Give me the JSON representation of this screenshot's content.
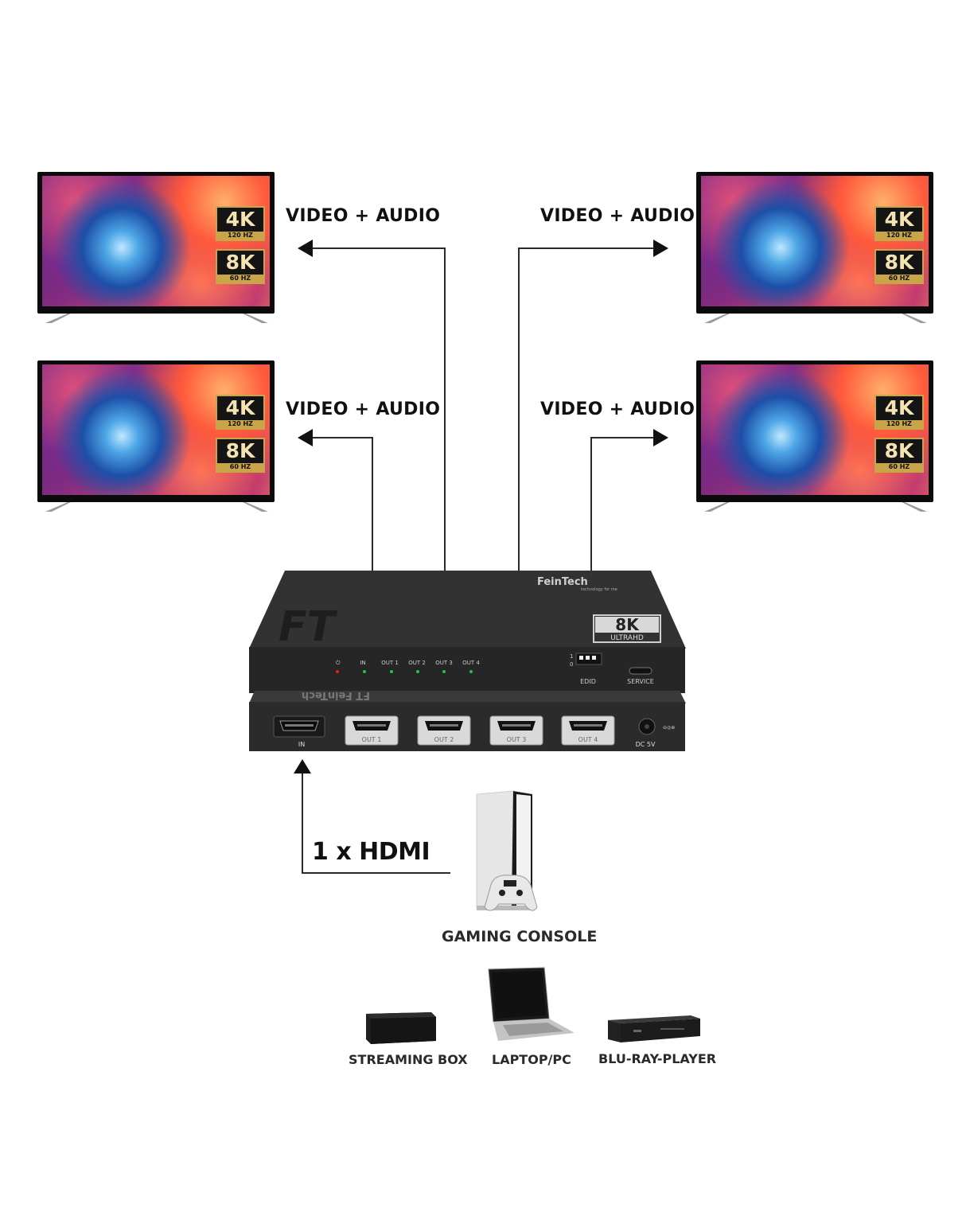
{
  "outputs": [
    {
      "label": "VIDEO + AUDIO",
      "badge_top": "4K",
      "badge_top_sub": "120 HZ",
      "badge_bottom": "8K",
      "badge_bottom_sub": "60 HZ"
    },
    {
      "label": "VIDEO + AUDIO",
      "badge_top": "4K",
      "badge_top_sub": "120 HZ",
      "badge_bottom": "8K",
      "badge_bottom_sub": "60 HZ"
    },
    {
      "label": "VIDEO + AUDIO",
      "badge_top": "4K",
      "badge_top_sub": "120 HZ",
      "badge_bottom": "8K",
      "badge_bottom_sub": "60 HZ"
    },
    {
      "label": "VIDEO + AUDIO",
      "badge_top": "4K",
      "badge_top_sub": "120 HZ",
      "badge_bottom": "8K",
      "badge_bottom_sub": "60 HZ"
    }
  ],
  "device": {
    "brand": "FeinTech",
    "tagline": "technology for me",
    "logo": "FT",
    "resolution_badge": "8K",
    "resolution_badge_sub": "ULTRAHD",
    "front_leds": [
      "IN",
      "OUT 1",
      "OUT 2",
      "OUT 3",
      "OUT 4"
    ],
    "edid_label": "EDID",
    "edid_switch": [
      "1",
      "0"
    ],
    "service_label": "SERVICE",
    "rear_ports": [
      "IN",
      "OUT 1",
      "OUT 2",
      "OUT 3",
      "OUT 4"
    ],
    "power_label": "DC 5V",
    "colors": {
      "body": "#2b2b2b",
      "led_power": "#e02020",
      "led_signal": "#22c24a"
    }
  },
  "input": {
    "label": "1 x HDMI",
    "primary_source": "GAMING CONSOLE",
    "other_sources": [
      "STREAMING BOX",
      "LAPTOP/PC",
      "BLU-RAY-PLAYER"
    ]
  }
}
